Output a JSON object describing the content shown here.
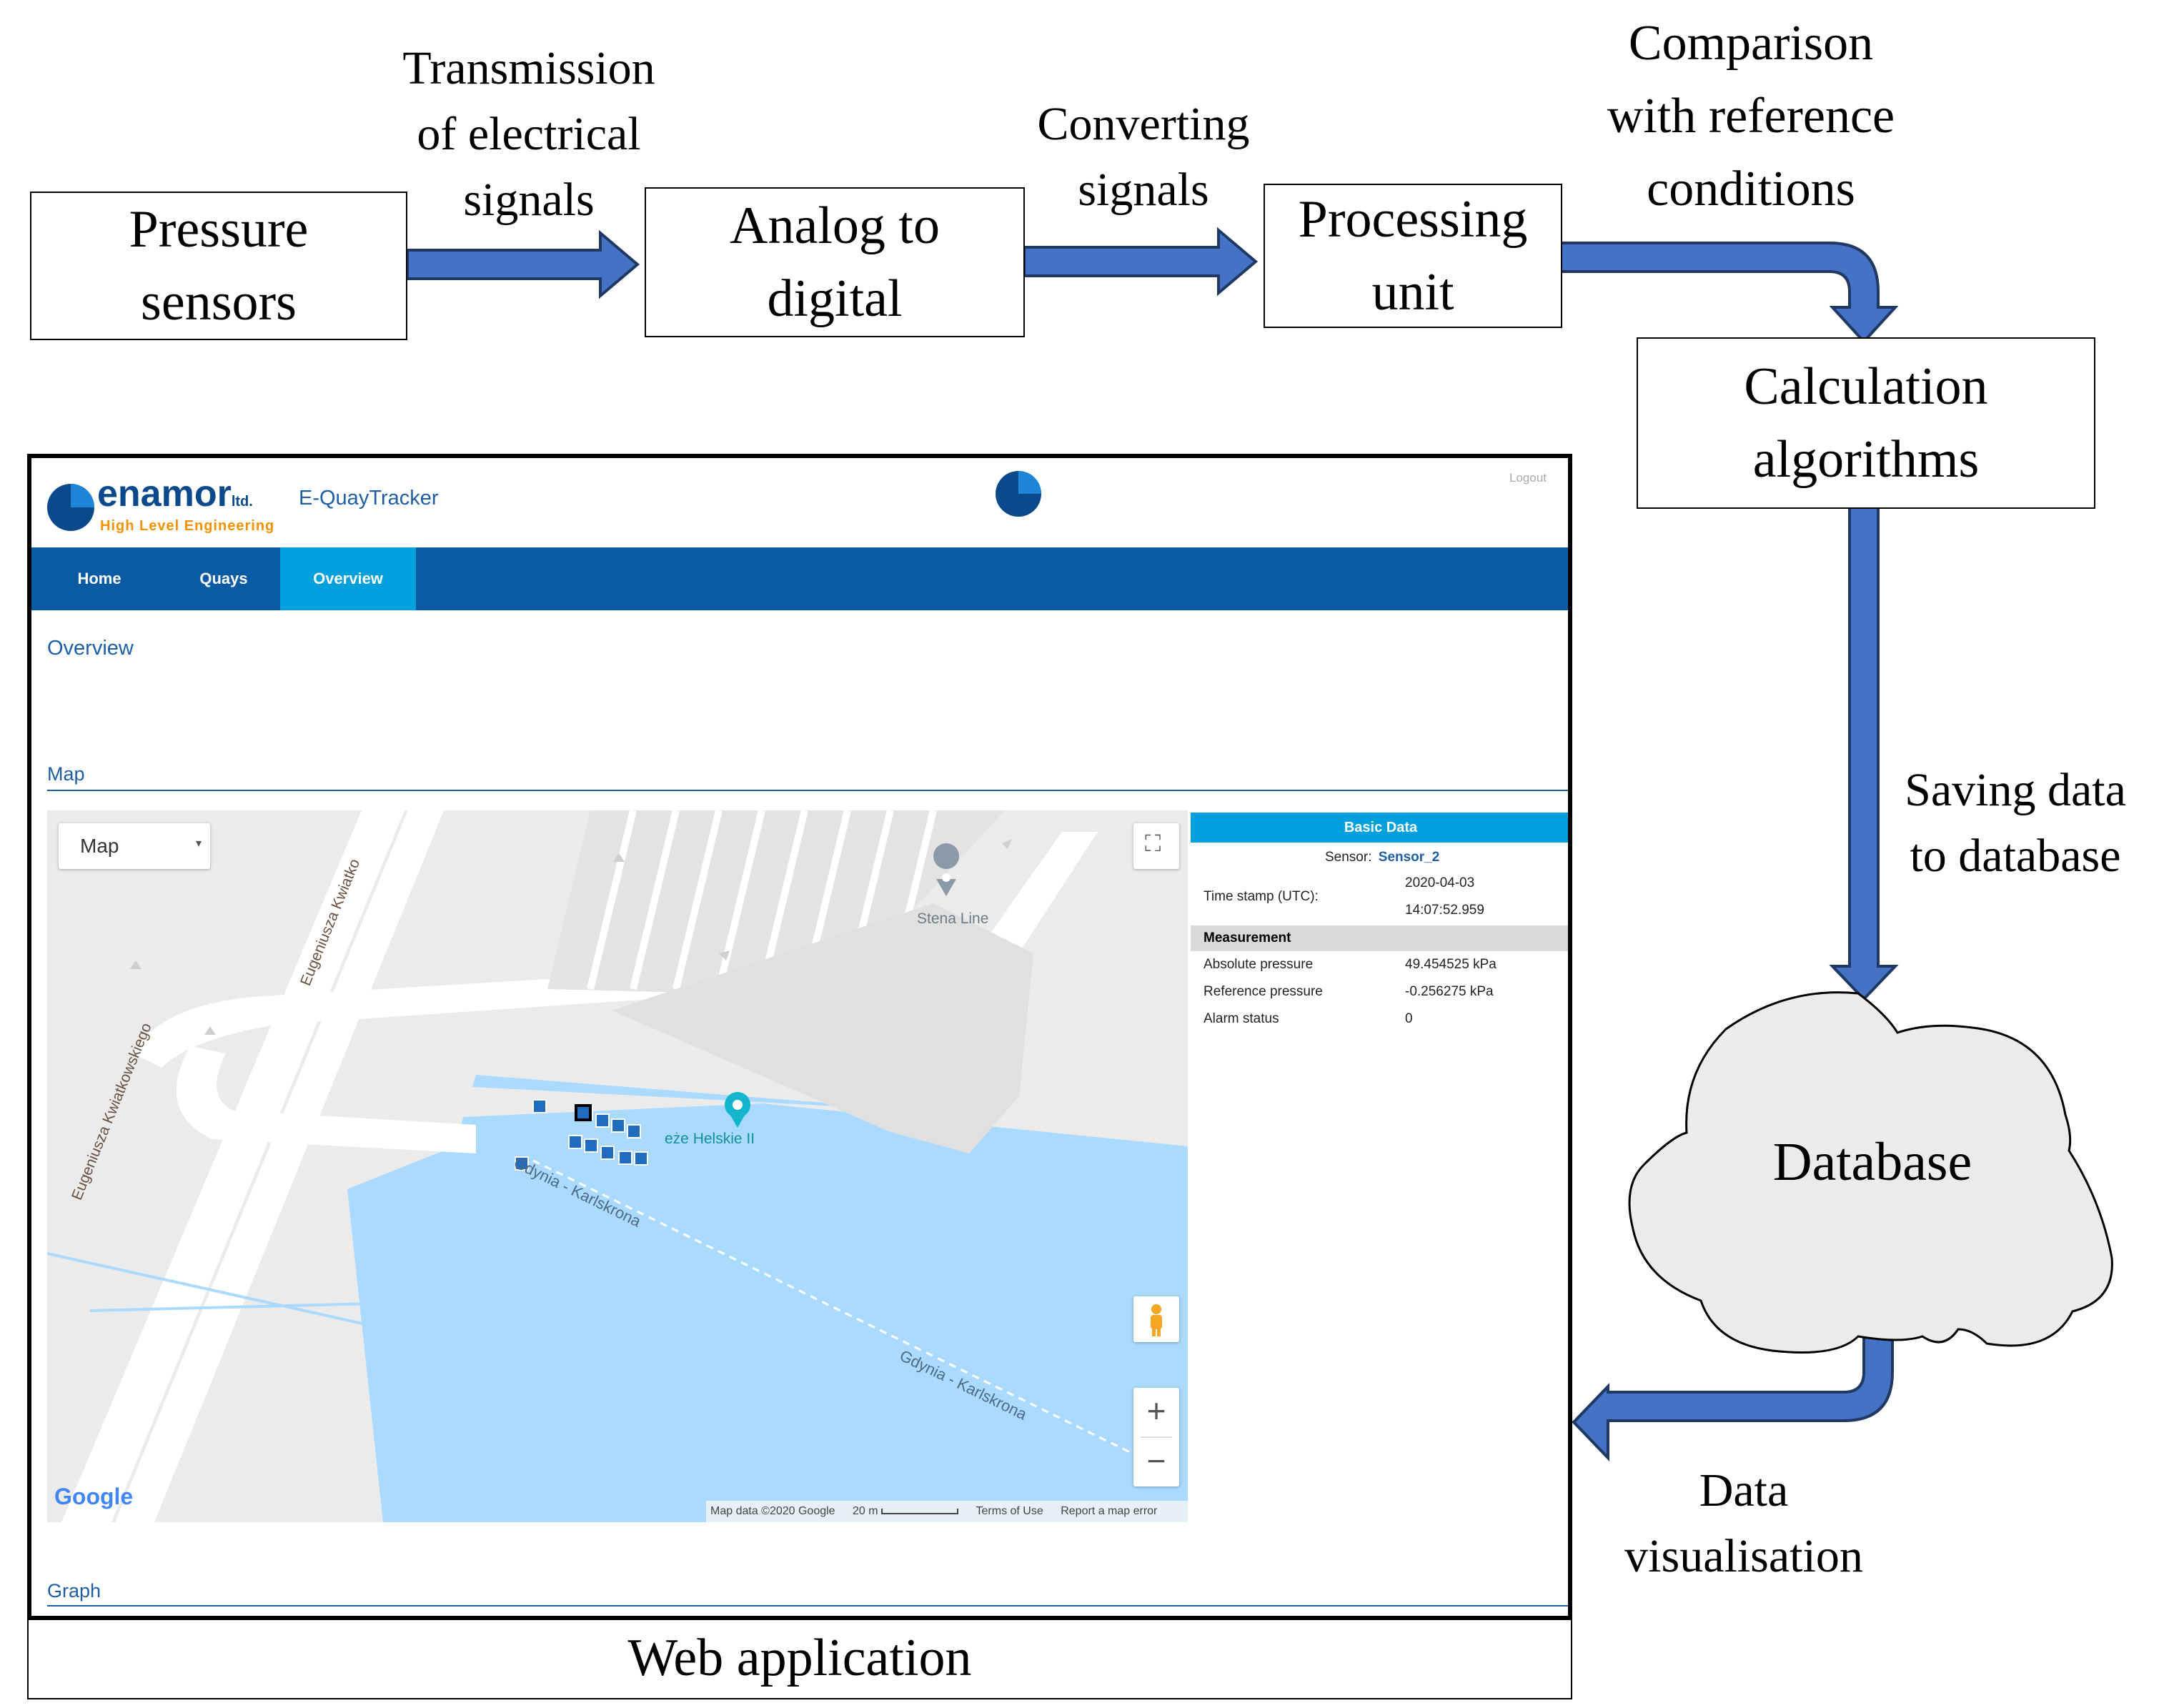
{
  "flow": {
    "pressure_sensors": "Pressure\nsensors",
    "analog_to_digital": "Analog to\ndigital",
    "processing_unit": "Processing\nunit",
    "calculation_algorithms": "Calculation\nalgorithms",
    "database": "Database",
    "label_transmission": "Transmission\nof electrical\nsignals",
    "label_converting": "Converting\nsignals",
    "label_comparison": "Comparison\nwith reference\nconditions",
    "label_saving": "Saving data\nto database",
    "label_visualisation": "Data\nvisualisation",
    "web_application": "Web application",
    "arrow_color": "#4472c4",
    "arrow_stroke": "#1f3864",
    "cloud_fill": "#ebebeb"
  },
  "webapp": {
    "logo_text": "enamor",
    "logo_suffix": "ltd.",
    "logo_tagline": "High Level Engineering",
    "app_title": "E-QuayTracker",
    "logout": "Logout",
    "nav": [
      "Home",
      "Quays",
      "Overview"
    ],
    "active_nav": "Overview",
    "page_heading": "Overview",
    "map_section": "Map",
    "graph_section": "Graph",
    "primary_color": "#0a5ba3",
    "accent_color": "#00a0dc",
    "map": {
      "type_select": "Map",
      "streets": [
        "Eugeniusza Kwiatkowskiego",
        "Eugeniusza Kwiatko"
      ],
      "poi_stena": "Stena Line",
      "poi_wharf": "eże Helskie II",
      "ferry_route_1": "Gdynia - Karlskrona",
      "ferry_route_2": "Gdynia - Karlskrona",
      "google": "Google",
      "attribution": "Map data ©2020 Google",
      "scale": "20 m",
      "terms": "Terms of Use",
      "report": "Report a map error",
      "zoom_in": "+",
      "zoom_out": "−",
      "water_color": "#aadaff",
      "land_color": "#ebebeb"
    },
    "basic_data": {
      "title": "Basic Data",
      "sensor_label": "Sensor:",
      "sensor_value": "Sensor_2",
      "timestamp_label": "Time stamp (UTC):",
      "timestamp_date": "2020-04-03",
      "timestamp_time": "14:07:52.959",
      "measurement_header": "Measurement",
      "rows": [
        {
          "label": "Absolute pressure",
          "value": "49.454525 kPa"
        },
        {
          "label": "Reference pressure",
          "value": "-0.256275 kPa"
        },
        {
          "label": "Alarm status",
          "value": "0"
        }
      ]
    }
  }
}
